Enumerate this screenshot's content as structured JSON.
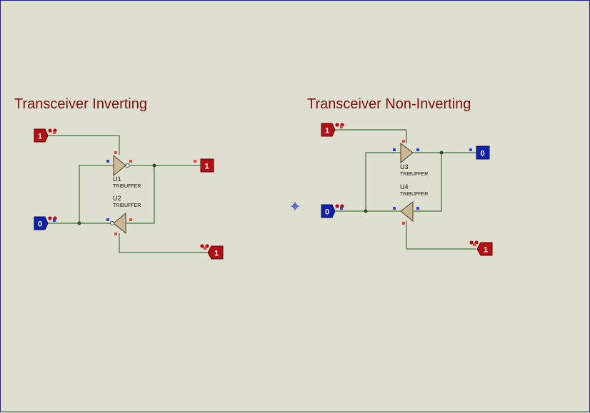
{
  "left_schematic": {
    "title": "Transceiver Inverting",
    "gate_top": {
      "ref": "U1",
      "type": "TRIBUFFER"
    },
    "gate_bottom": {
      "ref": "U2",
      "type": "TRIBUFFER"
    },
    "probe_enable_top": {
      "value": "1",
      "color": "#b50f16"
    },
    "probe_output": {
      "value": "1",
      "color": "#b50f16"
    },
    "probe_input": {
      "value": "0",
      "color": "#1020b0"
    },
    "probe_enable_bottom": {
      "value": "1",
      "color": "#b50f16"
    }
  },
  "right_schematic": {
    "title": "Transceiver Non-Inverting",
    "gate_top": {
      "ref": "U3",
      "type": "TRIBUFFER"
    },
    "gate_bottom": {
      "ref": "U4",
      "type": "TRIBUFFER"
    },
    "probe_enable_top": {
      "value": "1",
      "color": "#b50f16"
    },
    "probe_output": {
      "value": "0",
      "color": "#1020b0"
    },
    "probe_input": {
      "value": "0",
      "color": "#1020b0"
    },
    "probe_enable_bottom": {
      "value": "1",
      "color": "#b50f16"
    }
  },
  "colors": {
    "wire": "#1f5a1f",
    "logic_high": "#b50f16",
    "logic_low": "#1020b0",
    "pin_high_marker": "#e84848",
    "pin_low_marker": "#3040e0",
    "background": "#dfdfd0"
  },
  "cursor_icon": "crosshair-cursor-icon"
}
